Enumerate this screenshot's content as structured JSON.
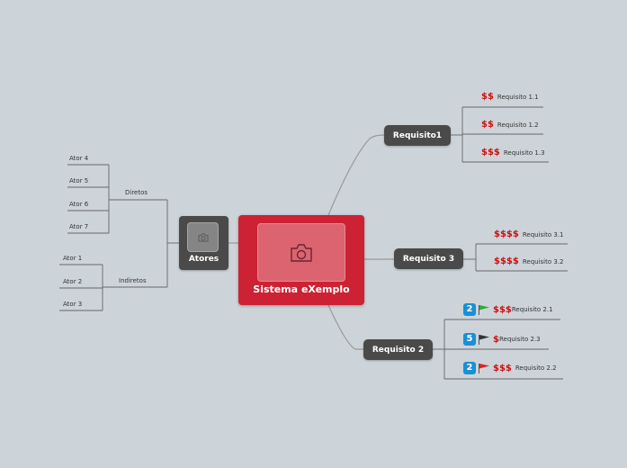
{
  "colors": {
    "background": "#cdd4d9",
    "central_topic": "#cc2233",
    "main_topic": "#4a4a4a",
    "cost_text": "#cc1111",
    "priority_badge": "#1a8fd6"
  },
  "central": {
    "title": "Sistema eXemplo",
    "icon": "camera-icon"
  },
  "atores": {
    "title": "Atores",
    "icon": "camera-icon",
    "groups": [
      {
        "label": "Diretos",
        "items": [
          "Ator 4",
          "Ator 5",
          "Ator 6",
          "Ator 7"
        ]
      },
      {
        "label": "Indiretos",
        "items": [
          "Ator 1",
          "Ator 2",
          "Ator 3"
        ]
      }
    ]
  },
  "requisitos": [
    {
      "title": "Requisito1",
      "items": [
        {
          "cost": "$$",
          "label": "Requisito 1.1"
        },
        {
          "cost": "$$",
          "label": "Requisito 1.2"
        },
        {
          "cost": "$$$",
          "label": "Requisito 1.3"
        }
      ]
    },
    {
      "title": "Requisito 3",
      "items": [
        {
          "cost": "$$$$",
          "label": "Requisito 3.1"
        },
        {
          "cost": "$$$$",
          "label": "Requisito 3.2"
        }
      ]
    },
    {
      "title": "Requisito 2",
      "items": [
        {
          "priority": "2",
          "flag": "green-flag-icon",
          "flag_color": "#33aa33",
          "cost": "$$$",
          "label": "Requisito 2.1"
        },
        {
          "priority": "5",
          "flag": "black-flag-icon",
          "flag_color": "#333333",
          "cost": "$",
          "label": "Requisito 2.3"
        },
        {
          "priority": "2",
          "flag": "red-flag-icon",
          "flag_color": "#dd2222",
          "cost": "$$$",
          "label": "Requisito 2.2"
        }
      ]
    }
  ]
}
